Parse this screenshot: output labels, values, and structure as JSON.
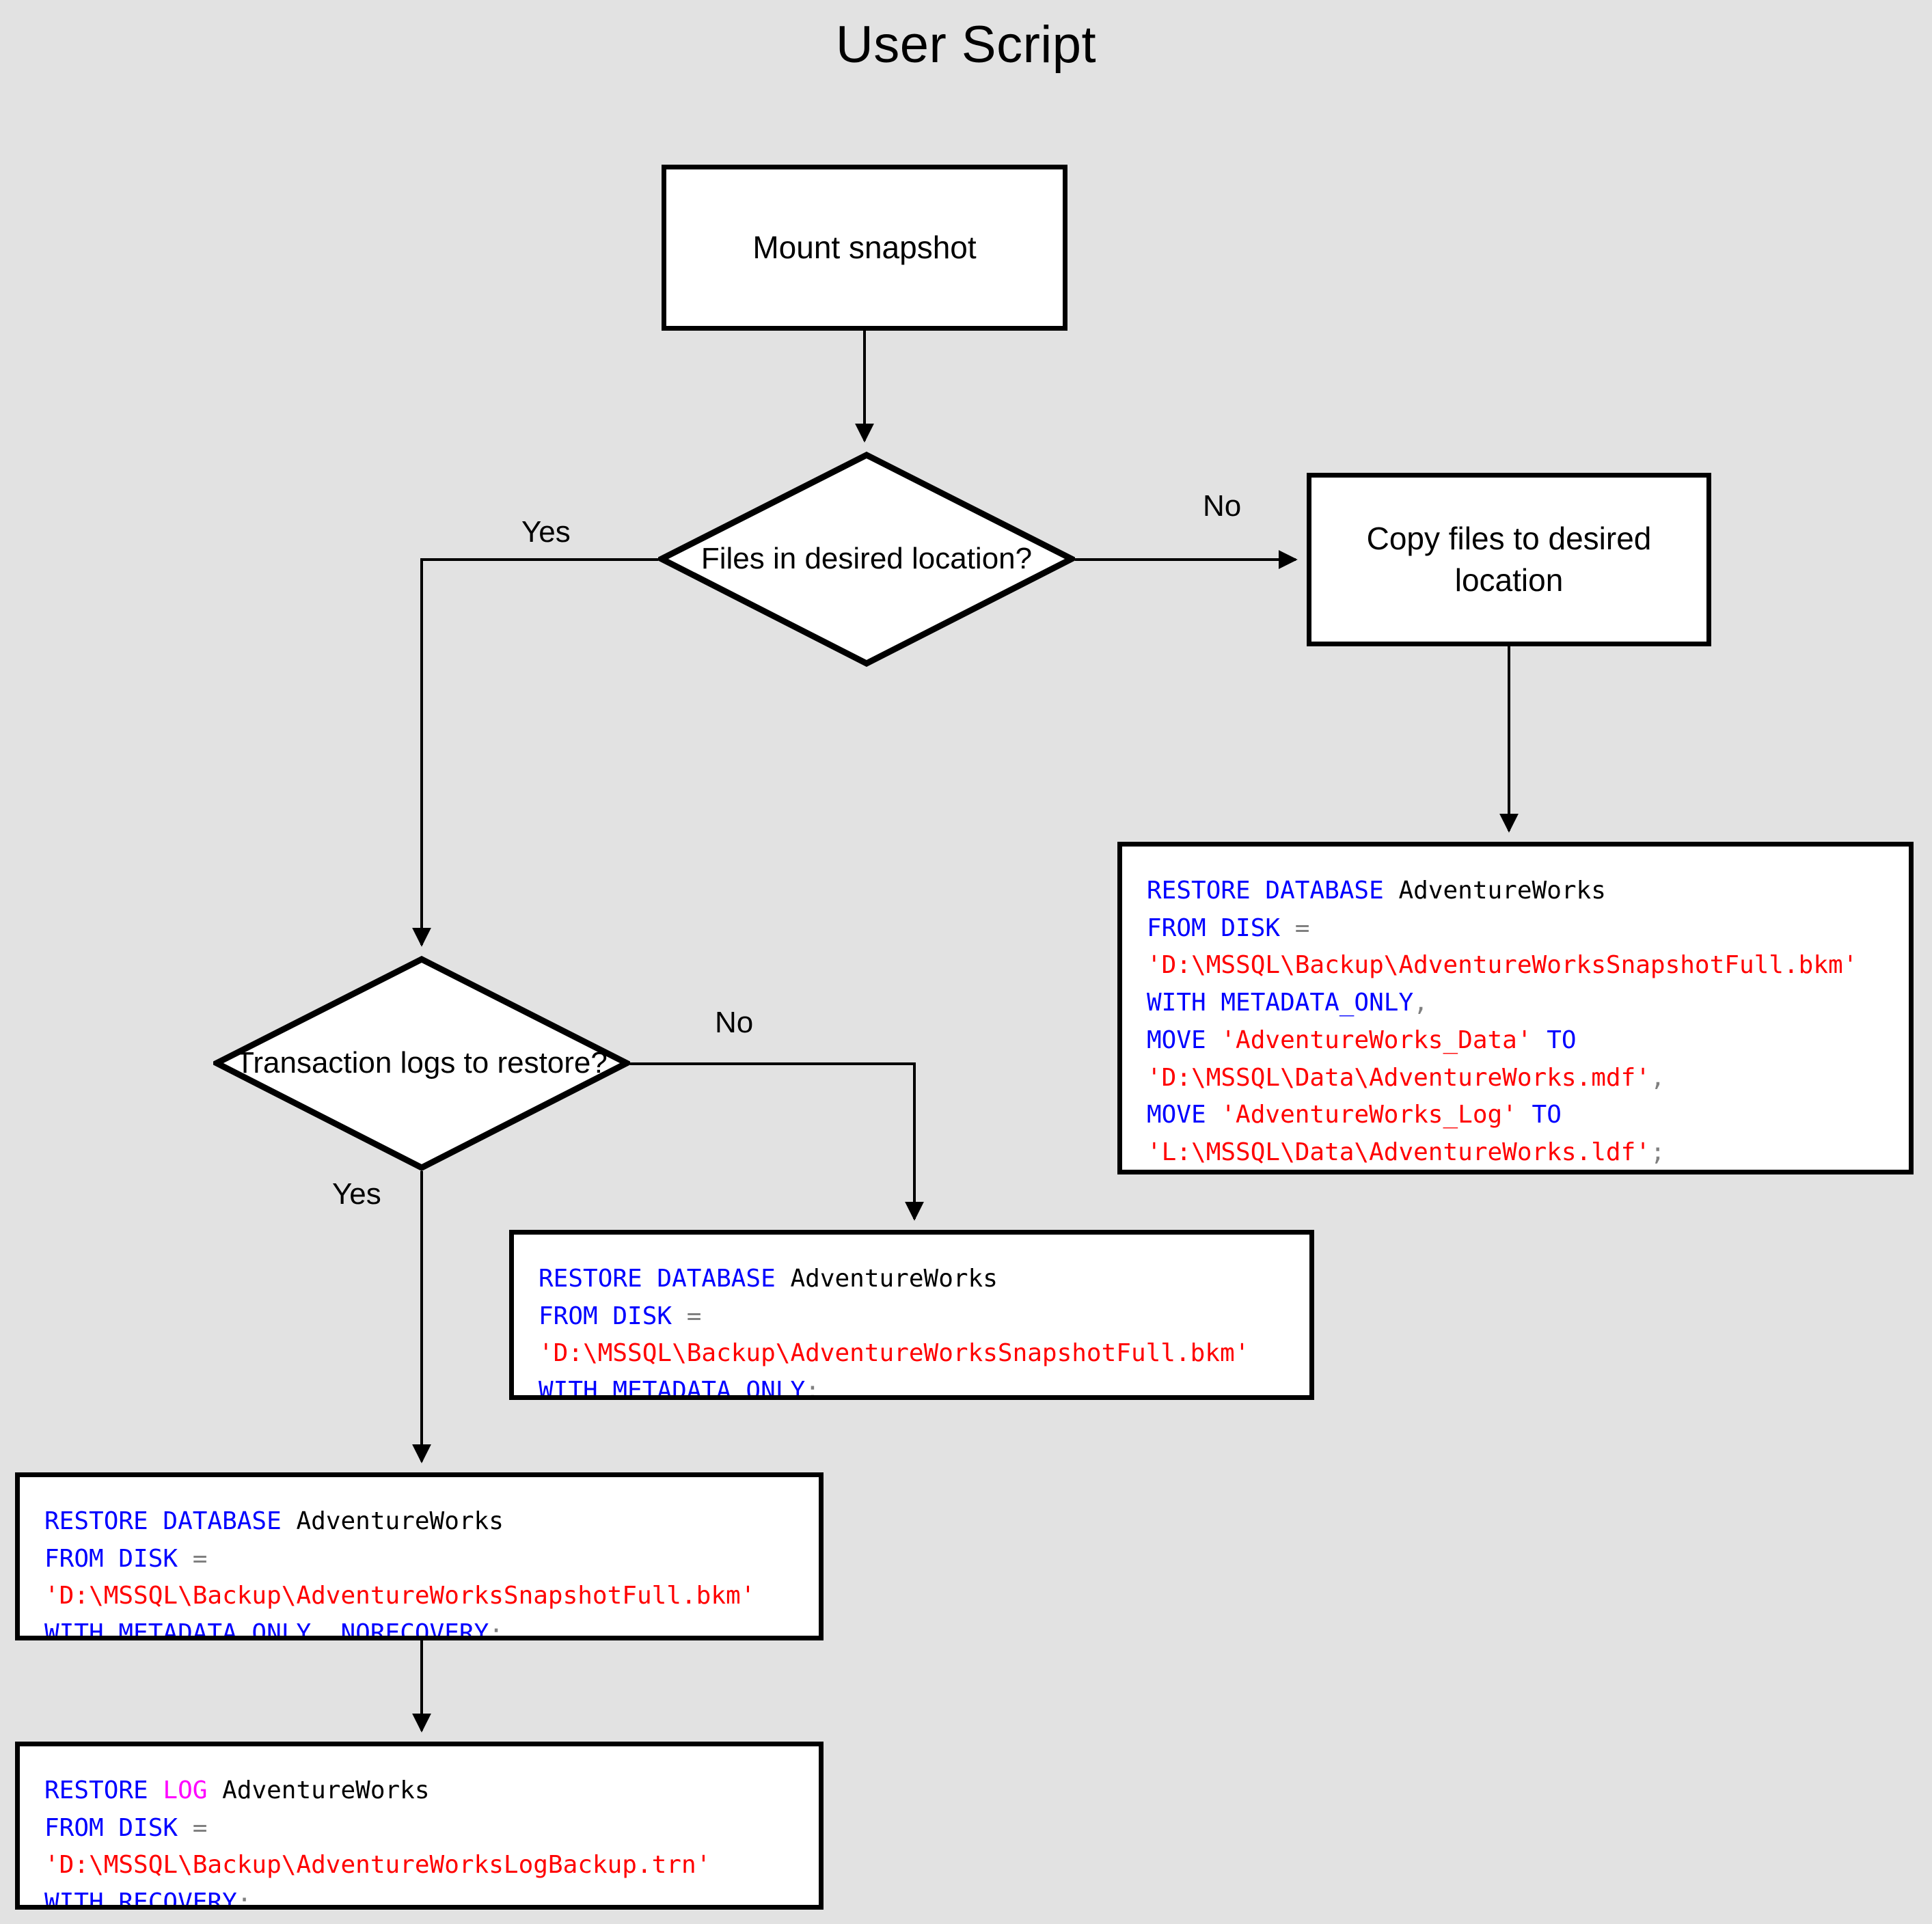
{
  "title": "User Script",
  "colors": {
    "background": "#e2e2e2",
    "shape_fill": "#ffffff",
    "shape_stroke": "#000000",
    "sql_keyword": "#0000ff",
    "sql_keyword_log": "#ff00ff",
    "sql_string": "#ff0000",
    "sql_identifier": "#000000",
    "sql_punctuation": "#808080"
  },
  "nodes": {
    "mount_snapshot": {
      "type": "process",
      "label": "Mount snapshot"
    },
    "files_decision": {
      "type": "decision",
      "label": "Files in\ndesired\nlocation?"
    },
    "copy_files": {
      "type": "process",
      "label": "Copy files to desired\nlocation"
    },
    "logs_decision": {
      "type": "decision",
      "label": "Transaction\nlogs to\nrestore?"
    }
  },
  "edge_labels": {
    "files_yes": "Yes",
    "files_no": "No",
    "logs_no": "No",
    "logs_yes": "Yes"
  },
  "code_blocks": {
    "restore_with_move": {
      "name": "restore-database-with-move",
      "lines": [
        [
          {
            "t": "RESTORE DATABASE ",
            "c": "kw"
          },
          {
            "t": "AdventureWorks",
            "c": "id"
          }
        ],
        [
          {
            "t": "FROM DISK ",
            "c": "kw"
          },
          {
            "t": "=",
            "c": "pun"
          }
        ],
        [
          {
            "t": "'D:\\MSSQL\\Backup\\AdventureWorksSnapshotFull.bkm'",
            "c": "str"
          }
        ],
        [
          {
            "t": "WITH METADATA_ONLY",
            "c": "kw"
          },
          {
            "t": ",",
            "c": "pun"
          }
        ],
        [
          {
            "t": "MOVE ",
            "c": "kw"
          },
          {
            "t": "'AdventureWorks_Data'",
            "c": "str"
          },
          {
            "t": " TO",
            "c": "kw"
          }
        ],
        [
          {
            "t": "'D:\\MSSQL\\Data\\AdventureWorks.mdf'",
            "c": "str"
          },
          {
            "t": ",",
            "c": "pun"
          }
        ],
        [
          {
            "t": "MOVE ",
            "c": "kw"
          },
          {
            "t": "'AdventureWorks_Log'",
            "c": "str"
          },
          {
            "t": " TO",
            "c": "kw"
          }
        ],
        [
          {
            "t": "'L:\\MSSQL\\Data\\AdventureWorks.ldf'",
            "c": "str"
          },
          {
            "t": ";",
            "c": "pun"
          }
        ]
      ],
      "plain": "RESTORE DATABASE AdventureWorks\nFROM DISK =\n'D:\\MSSQL\\Backup\\AdventureWorksSnapshotFull.bkm'\nWITH METADATA_ONLY,\nMOVE 'AdventureWorks_Data' TO\n'D:\\MSSQL\\Data\\AdventureWorks.mdf',\nMOVE 'AdventureWorks_Log' TO\n'L:\\MSSQL\\Data\\AdventureWorks.ldf';"
    },
    "restore_metadata_only": {
      "name": "restore-database-metadata-only",
      "lines": [
        [
          {
            "t": "RESTORE DATABASE ",
            "c": "kw"
          },
          {
            "t": "AdventureWorks",
            "c": "id"
          }
        ],
        [
          {
            "t": "FROM DISK ",
            "c": "kw"
          },
          {
            "t": "=",
            "c": "pun"
          }
        ],
        [
          {
            "t": "'D:\\MSSQL\\Backup\\AdventureWorksSnapshotFull.bkm'",
            "c": "str"
          }
        ],
        [
          {
            "t": "WITH METADATA_ONLY",
            "c": "kw"
          },
          {
            "t": ";",
            "c": "pun"
          }
        ]
      ],
      "plain": "RESTORE DATABASE AdventureWorks\nFROM DISK =\n'D:\\MSSQL\\Backup\\AdventureWorksSnapshotFull.bkm'\nWITH METADATA_ONLY;"
    },
    "restore_norecovery": {
      "name": "restore-database-norecovery",
      "lines": [
        [
          {
            "t": "RESTORE DATABASE ",
            "c": "kw"
          },
          {
            "t": "AdventureWorks",
            "c": "id"
          }
        ],
        [
          {
            "t": "FROM DISK ",
            "c": "kw"
          },
          {
            "t": "=",
            "c": "pun"
          }
        ],
        [
          {
            "t": "'D:\\MSSQL\\Backup\\AdventureWorksSnapshotFull.bkm'",
            "c": "str"
          }
        ],
        [
          {
            "t": "WITH METADATA_ONLY",
            "c": "kw"
          },
          {
            "t": ", ",
            "c": "pun"
          },
          {
            "t": "NORECOVERY",
            "c": "kw"
          },
          {
            "t": ";",
            "c": "pun"
          }
        ]
      ],
      "plain": "RESTORE DATABASE AdventureWorks\nFROM DISK =\n'D:\\MSSQL\\Backup\\AdventureWorksSnapshotFull.bkm'\nWITH METADATA_ONLY, NORECOVERY;"
    },
    "restore_log": {
      "name": "restore-log-recovery",
      "lines": [
        [
          {
            "t": "RESTORE ",
            "c": "kw"
          },
          {
            "t": "LOG",
            "c": "kw2"
          },
          {
            "t": " AdventureWorks",
            "c": "id"
          }
        ],
        [
          {
            "t": "FROM DISK ",
            "c": "kw"
          },
          {
            "t": "=",
            "c": "pun"
          }
        ],
        [
          {
            "t": "'D:\\MSSQL\\Backup\\AdventureWorksLogBackup.trn'",
            "c": "str"
          }
        ],
        [
          {
            "t": "WITH RECOVERY",
            "c": "kw"
          },
          {
            "t": ";",
            "c": "pun"
          }
        ]
      ],
      "plain": "RESTORE LOG AdventureWorks\nFROM DISK =\n'D:\\MSSQL\\Backup\\AdventureWorksLogBackup.trn'\nWITH RECOVERY;"
    }
  }
}
